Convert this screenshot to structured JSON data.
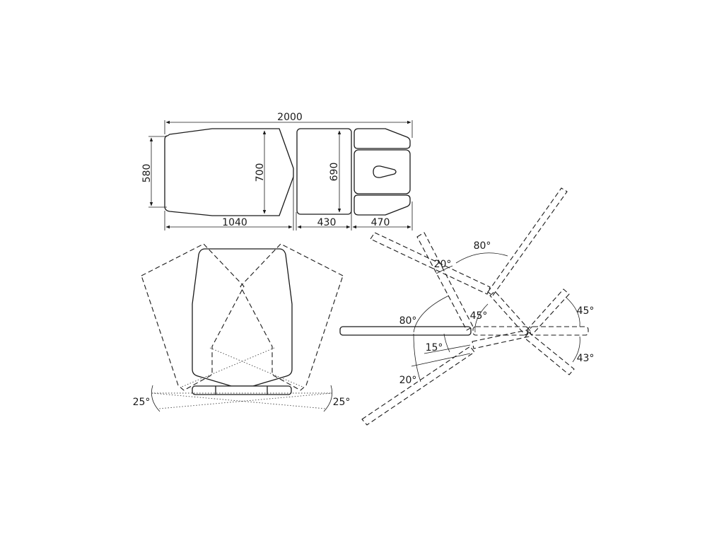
{
  "top_view": {
    "overall_length": "2000",
    "width_foot_end": "580",
    "width_seat_section": "700",
    "width_back_section": "690",
    "length_seat_section": "1040",
    "length_back_section": "430",
    "length_head_section": "470"
  },
  "end_view": {
    "tilt_left": "25°",
    "tilt_right": "25°"
  },
  "side_view": {
    "head_raise": "80°",
    "head_offset": "20°",
    "back_left_raise": "80°",
    "back_left_lower": "15°",
    "back_left_offset": "20°",
    "back_raise": "45°",
    "head_right_raise": "45°",
    "head_right_lower": "43°"
  }
}
